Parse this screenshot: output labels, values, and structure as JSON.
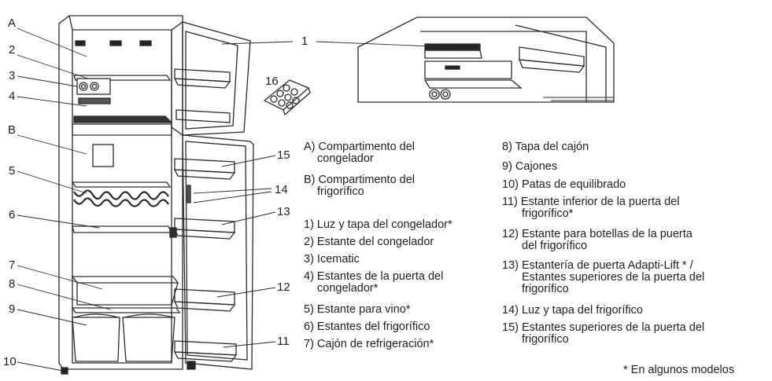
{
  "callouts": {
    "A": "A",
    "B": "B",
    "n1": "1",
    "n2": "2",
    "n3": "3",
    "n4": "4",
    "n5": "5",
    "n6": "6",
    "n7": "7",
    "n8": "8",
    "n9": "9",
    "n10": "10",
    "n11": "11",
    "n12": "12",
    "n13": "13",
    "n14": "14",
    "n15": "15",
    "n16": "16"
  },
  "legend_left": [
    [
      "A) Compartimento del",
      "congelador"
    ],
    [
      "B) Compartimento del",
      "frigorífico"
    ],
    [
      "1) Luz y tapa del congelador*"
    ],
    [
      "2) Estante del congelador"
    ],
    [
      "3) Icematic"
    ],
    [
      "4) Estantes de la puerta del",
      "congelador*"
    ],
    [
      "5) Estante para vino*"
    ],
    [
      "6) Estantes del frigorífico"
    ],
    [
      "7) Cajón de refrigeración*"
    ]
  ],
  "legend_right": [
    [
      "8) Tapa del cajón"
    ],
    [
      "9) Cajones"
    ],
    [
      "10) Patas de equilibrado"
    ],
    [
      "11) Estante inferior de la puerta del",
      "frigorífico*"
    ],
    [
      "12) Estante para botellas de la puerta",
      "del frigorífico"
    ],
    [
      "13) Estantería de puerta Adapti-Lift * /",
      "Estantes superiores de la puerta del",
      "frigorífico"
    ],
    [
      "14) Luz y tapa del frigorífico"
    ],
    [
      "15) Estantes superiores de la puerta del",
      "frigorífico"
    ]
  ],
  "footnote": "* En algunos modelos"
}
